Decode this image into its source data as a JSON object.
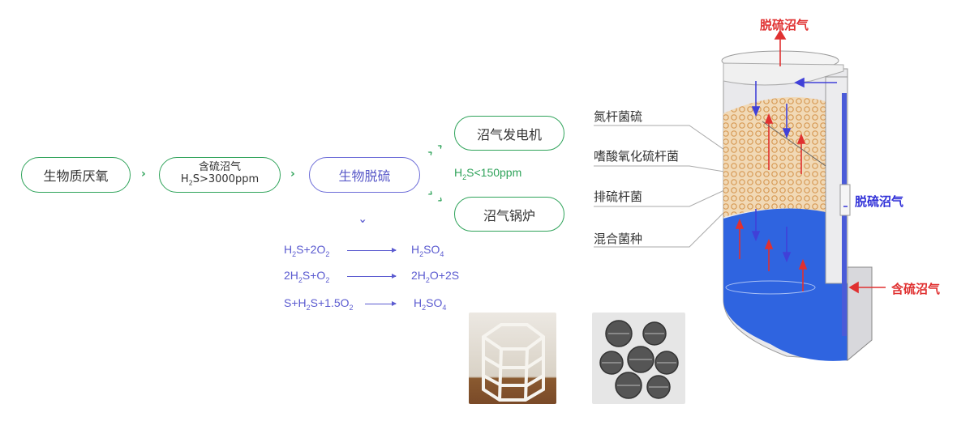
{
  "flow": {
    "step1": "生物质厌氧",
    "step2_line1": "含硫沼气",
    "step2_line2_a": "H",
    "step2_line2_sub": "2",
    "step2_line2_b": "S>3000ppm",
    "step3": "生物脱硫",
    "out1": "沼气发电机",
    "out2": "沼气锅炉",
    "h2s_a": "H",
    "h2s_sub": "2",
    "h2s_b": "S<150ppm"
  },
  "equations": [
    {
      "left": [
        "H",
        "2",
        "S+2O",
        "2",
        ""
      ],
      "right": [
        "H",
        "2",
        "SO",
        "4",
        ""
      ]
    },
    {
      "left": [
        "2H",
        "2",
        "S+O",
        "2",
        ""
      ],
      "right": [
        "2H",
        "2",
        "O+2S",
        "",
        ""
      ]
    },
    {
      "left": [
        "S+H",
        "2",
        "S+1.5O",
        "2",
        ""
      ],
      "right": [
        "H",
        "2",
        "SO",
        "4",
        ""
      ]
    }
  ],
  "reactor": {
    "labels": [
      "氮杆菌硫",
      "嗜酸氧化硫杆菌",
      "排硫杆菌",
      "混合菌种"
    ],
    "top_out": "脱硫沼气",
    "side_out": "脱硫沼气",
    "inlet": "含硫沼气"
  },
  "colors": {
    "green": "#2fa35a",
    "blue": "#5b5bd0",
    "red": "#e03030"
  }
}
